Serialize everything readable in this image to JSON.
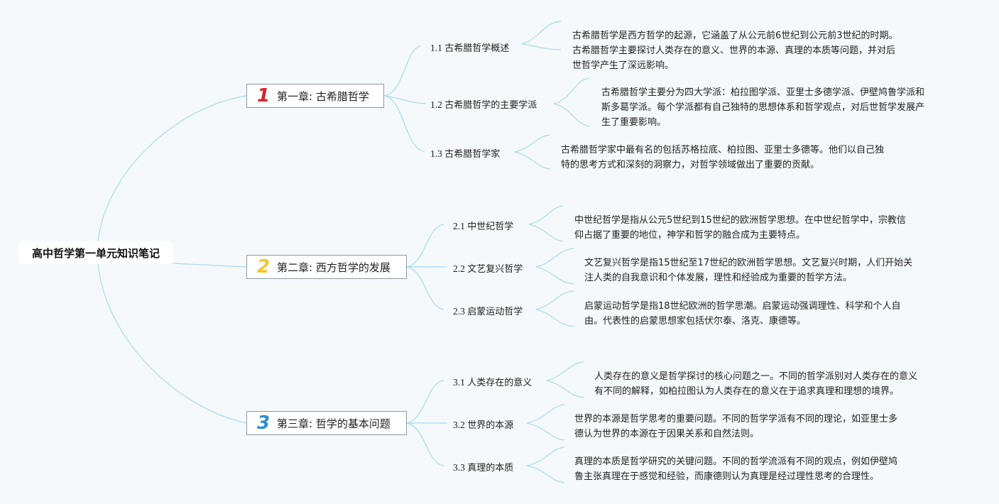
{
  "root": {
    "title": "高中哲学第一单元知识笔记"
  },
  "colors": {
    "line": "#a8dcef",
    "num1": "#d8222d",
    "num2": "#f3c52b",
    "num3": "#2c8fd6"
  },
  "chapters": [
    {
      "num": "1",
      "title": "第一章: 古希腊哲学",
      "subs": [
        {
          "id": "1.1",
          "label": "古希腊哲学概述",
          "desc": [
            "古希腊哲学是西方哲学的起源，它涵盖了从公元前6世纪到公元前3世纪的时期。",
            "古希腊哲学主要探讨人类存在的意义、世界的本源、真理的本质等问题，并对后",
            "世哲学产生了深远影响。"
          ]
        },
        {
          "id": "1.2",
          "label": "古希腊哲学的主要学派",
          "desc": [
            "古希腊哲学主要分为四大学派：柏拉图学派、亚里士多德学派、伊壁鸠鲁学派和",
            "斯多葛学派。每个学派都有自己独特的思想体系和哲学观点，对后世哲学发展产",
            "生了重要影响。"
          ]
        },
        {
          "id": "1.3",
          "label": "古希腊哲学家",
          "desc": [
            "古希腊哲学家中最有名的包括苏格拉底、柏拉图、亚里士多德等。他们以自己独",
            "特的思考方式和深刻的洞察力，对哲学领域做出了重要的贡献。"
          ]
        }
      ]
    },
    {
      "num": "2",
      "title": "第二章: 西方哲学的发展",
      "subs": [
        {
          "id": "2.1",
          "label": "中世纪哲学",
          "desc": [
            "中世纪哲学是指从公元5世纪到15世纪的欧洲哲学思想。在中世纪哲学中，宗教信",
            "仰占据了重要的地位，神学和哲学的融合成为主要特点。"
          ]
        },
        {
          "id": "2.2",
          "label": "文艺复兴哲学",
          "desc": [
            "文艺复兴哲学是指15世纪至17世纪的欧洲哲学思想。文艺复兴时期，人们开始关",
            "注人类的自我意识和个体发展，理性和经验成为重要的哲学方法。"
          ]
        },
        {
          "id": "2.3",
          "label": "启蒙运动哲学",
          "desc": [
            "启蒙运动哲学是指18世纪欧洲的哲学思潮。启蒙运动强调理性、科学和个人自",
            "由。代表性的启蒙思想家包括伏尔泰、洛克、康德等。"
          ]
        }
      ]
    },
    {
      "num": "3",
      "title": "第三章: 哲学的基本问题",
      "subs": [
        {
          "id": "3.1",
          "label": "人类存在的意义",
          "desc": [
            "人类存在的意义是哲学探讨的核心问题之一。不同的哲学派别对人类存在的意义",
            "有不同的解释，如柏拉图认为人类存在的意义在于追求真理和理想的境界。"
          ]
        },
        {
          "id": "3.2",
          "label": "世界的本源",
          "desc": [
            "世界的本源是哲学思考的重要问题。不同的哲学学派有不同的理论，如亚里士多",
            "德认为世界的本源在于因果关系和自然法则。"
          ]
        },
        {
          "id": "3.3",
          "label": "真理的本质",
          "desc": [
            "真理的本质是哲学研究的关键问题。不同的哲学流派有不同的观点，例如伊壁鸠",
            "鲁主张真理在于感觉和经验，而康德则认为真理是经过理性思考的合理性。"
          ]
        }
      ]
    }
  ]
}
